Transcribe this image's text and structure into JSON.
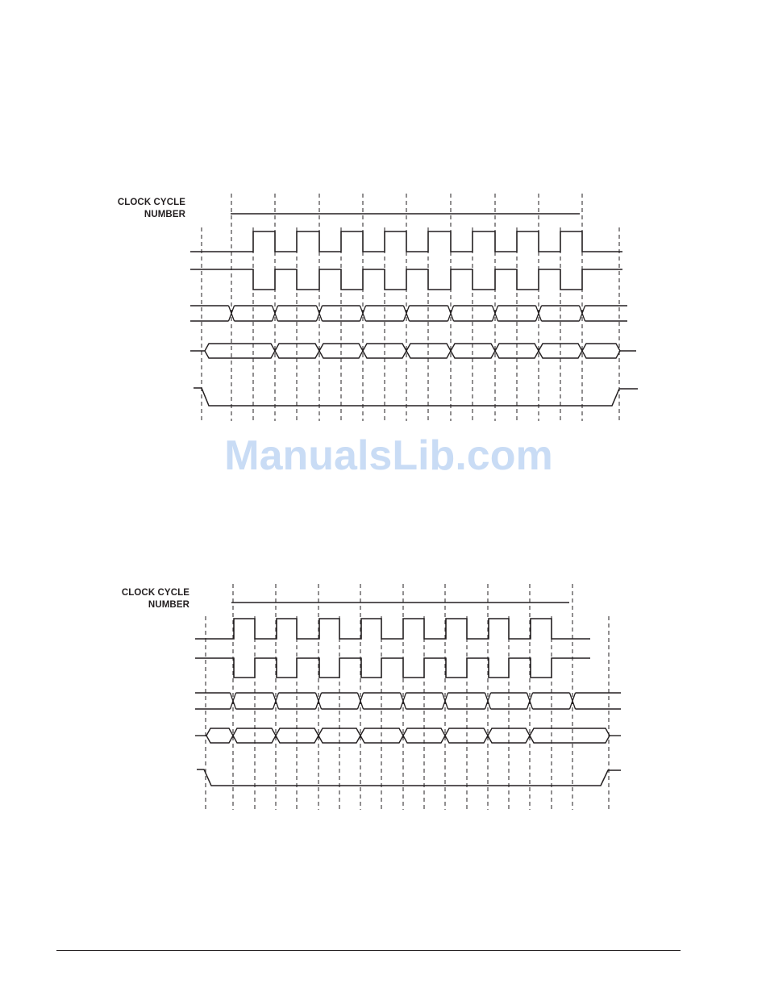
{
  "diagram1": {
    "label_line1": "CLOCK CYCLE",
    "label_line2": "NUMBER"
  },
  "diagram2": {
    "label_line1": "CLOCK CYCLE",
    "label_line2": "NUMBER"
  },
  "watermark": "ManualsLib.com",
  "colors": {
    "ink": "#231f20",
    "watermark": "#c9dcf5"
  }
}
